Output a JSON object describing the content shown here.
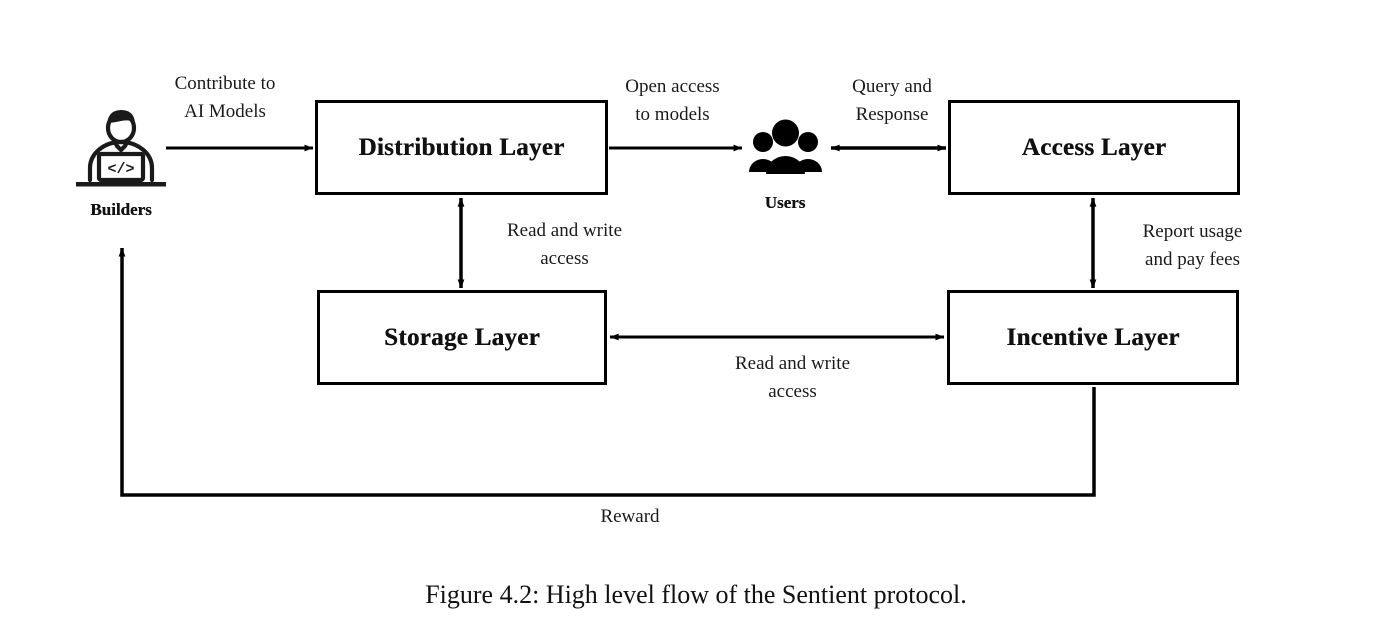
{
  "figure": {
    "caption": "Figure 4.2: High level flow of the Sentient protocol.",
    "background_color": "#ffffff",
    "stroke_color": "#000000"
  },
  "nodes": {
    "builders": {
      "label": "Builders",
      "icon": "developer-at-laptop-icon"
    },
    "users": {
      "label": "Users",
      "icon": "people-group-icon"
    },
    "distribution_layer": {
      "label": "Distribution Layer"
    },
    "access_layer": {
      "label": "Access Layer"
    },
    "storage_layer": {
      "label": "Storage Layer"
    },
    "incentive_layer": {
      "label": "Incentive Layer"
    }
  },
  "edges": [
    {
      "id": "builders-to-distribution",
      "label": "Contribute to\nAI Models",
      "from": "builders",
      "to": "distribution_layer",
      "direction": "one-way"
    },
    {
      "id": "distribution-to-users",
      "label": "Open access\nto models",
      "from": "distribution_layer",
      "to": "users",
      "direction": "one-way"
    },
    {
      "id": "users-to-access",
      "label": "Query and\nResponse",
      "from": "users",
      "to": "access_layer",
      "direction": "two-way"
    },
    {
      "id": "distribution-to-storage",
      "label": "Read and write\naccess",
      "from": "distribution_layer",
      "to": "storage_layer",
      "direction": "two-way"
    },
    {
      "id": "access-to-incentive",
      "label": "Report usage\nand pay fees",
      "from": "access_layer",
      "to": "incentive_layer",
      "direction": "two-way"
    },
    {
      "id": "storage-to-incentive",
      "label": "Read and write\naccess",
      "from": "storage_layer",
      "to": "incentive_layer",
      "direction": "two-way"
    },
    {
      "id": "incentive-to-builders",
      "label": "Reward",
      "from": "incentive_layer",
      "to": "builders",
      "direction": "one-way"
    }
  ],
  "chart_data": {
    "type": "diagram",
    "title": "Figure 4.2: High level flow of the Sentient protocol.",
    "node_names": [
      "Builders",
      "Distribution Layer",
      "Users",
      "Access Layer",
      "Storage Layer",
      "Incentive Layer"
    ],
    "edge_labels": [
      "Contribute to AI Models",
      "Open access to models",
      "Query and Response",
      "Read and write access",
      "Report usage and pay fees",
      "Read and write access",
      "Reward"
    ]
  }
}
